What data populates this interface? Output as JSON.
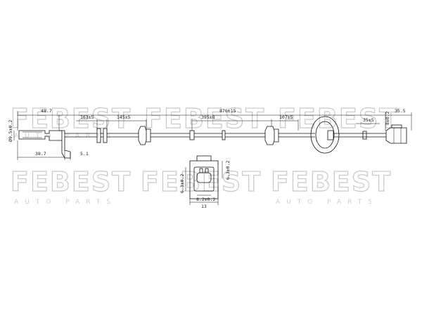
{
  "watermark": {
    "brand": "FEBEST",
    "sub1": "AUTO PARTS",
    "sub2": "AUTO PARTS",
    "sub3": "AUTO PARTS"
  },
  "dimensions": {
    "d_sensor": "Ø9.5±0.2",
    "len_48_7": "48.7",
    "seg_163": "163±5",
    "seg_145": "145±5",
    "total_876": "876±15",
    "seg_395": "395±8",
    "seg_107": "107±5",
    "len_35_5": "35.5",
    "seg_35": "35±5",
    "d_8": "8±0.2",
    "len_38_7": "38.7",
    "len_5_1": "5.1",
    "conn_h1": "6.3±0.2",
    "conn_h2": "6.3±0.2",
    "conn_w1": "8.2±0.2",
    "conn_w2": "13"
  }
}
